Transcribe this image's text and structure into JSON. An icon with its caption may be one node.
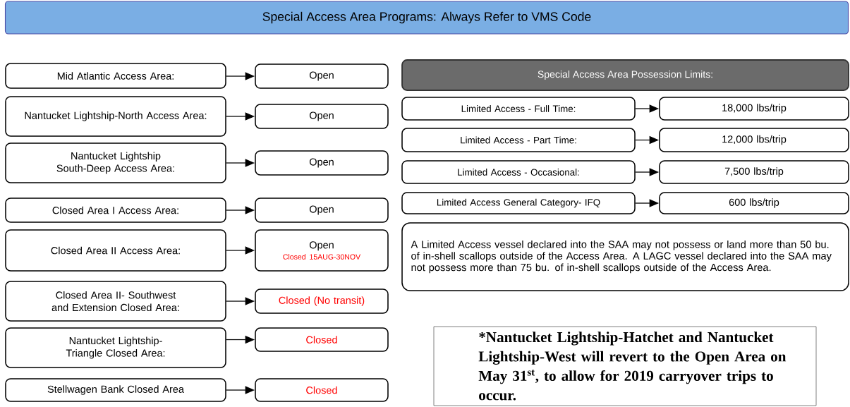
{
  "diagram": {
    "title": "Special Access Area Programs:  Always Refer to VMS Code",
    "nodes": [
      {
        "text": [
          "Mid Atlantic Access Area:"
        ]
      },
      {
        "text": [
          "Open"
        ]
      },
      {
        "text": [
          "Nantucket Lightship-North Access Area:"
        ]
      },
      {
        "text": [
          "Open"
        ]
      },
      {
        "text": [
          "Nantucket Lightship South-Deep Access Area:"
        ]
      },
      {
        "text": [
          "Open"
        ]
      },
      {
        "text": [
          "Closed Area I Access Area:"
        ]
      },
      {
        "text": [
          "Open"
        ]
      },
      {
        "text": [
          "Closed Area II Access Area:"
        ]
      },
      {
        "text": [
          "Open",
          "Closed 15AUG-30NOV"
        ]
      },
      {
        "text": [
          "Closed Area II- Southwest and Extension Closed Area:"
        ]
      },
      {
        "text": [
          "Closed (No transit)"
        ]
      },
      {
        "text": [
          "Nantucket Lightship- Triangle Closed Area:"
        ]
      },
      {
        "text": [
          "Closed"
        ]
      },
      {
        "text": [
          "Stellwagen Bank Closed Area"
        ]
      },
      {
        "text": [
          "Closed"
        ]
      },
      {
        "text": [
          "Special Access Area Possession Limits:"
        ]
      },
      {
        "text": [
          "Limited Access - Full Time:"
        ]
      },
      {
        "text": [
          "18,000 lbs/trip"
        ]
      },
      {
        "text": [
          "Limited Access - Part Time:"
        ]
      },
      {
        "text": [
          "12,000 lbs/trip"
        ]
      },
      {
        "text": [
          "Limited Access - Occasional:"
        ]
      },
      {
        "text": [
          "7,500 lbs/trip"
        ]
      },
      {
        "text": [
          "Limited Access General Category- IFQ"
        ]
      },
      {
        "text": [
          "600 lbs/trip"
        ]
      },
      {
        "text": [
          "A Limited Access vessel declared into the SAA may not possess or land more than 50 bu. of in-shell scallops outside of the Access Area.   A LAGC vessel declared into the SAA may not possess more than 75 bu. of in-shell scallops outside of the Access Area."
        ]
      },
      {
        "text": [
          "*Nantucket Lightship-Hatchet and Nantucket Lightship-West will revert to the Open Area on May 31$^{st}$, to allow for 2019 carryover trips to occur."
        ]
      }
    ],
    "edges": [
      {
        "from": 0,
        "to": 1,
        "arrow": "to"
      },
      {
        "from": 2,
        "to": 3,
        "arrow": "to"
      },
      {
        "from": 4,
        "to": 5,
        "arrow": "to"
      },
      {
        "from": 6,
        "to": 7,
        "arrow": "to"
      },
      {
        "from": 8,
        "to": 9,
        "arrow": "to"
      },
      {
        "from": 10,
        "to": 11,
        "arrow": "to"
      },
      {
        "from": 12,
        "to": 13,
        "arrow": "to"
      },
      {
        "from": 14,
        "to": 15,
        "arrow": "to"
      },
      {
        "from": 17,
        "to": 18,
        "arrow": "to"
      },
      {
        "from": 19,
        "to": 20,
        "arrow": "to"
      },
      {
        "from": 21,
        "to": 22,
        "arrow": "to"
      },
      {
        "from": 23,
        "to": 24,
        "arrow": "to"
      }
    ]
  }
}
